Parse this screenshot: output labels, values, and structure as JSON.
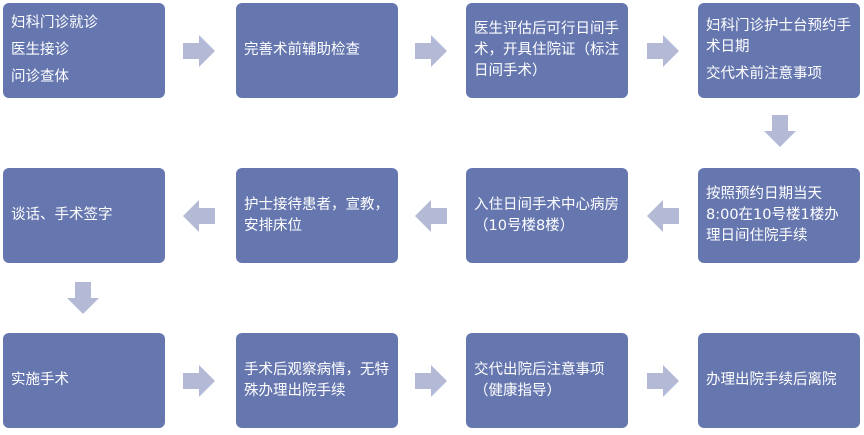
{
  "colors": {
    "box": "#6677b0",
    "arrow": "#b4bad6",
    "text": "#ffffff"
  },
  "steps": [
    {
      "id": "s1",
      "paragraphs": [
        "妇科门诊就诊",
        "医生接诊",
        "问诊查体"
      ]
    },
    {
      "id": "s2",
      "paragraphs": [
        "完善术前辅助检查"
      ]
    },
    {
      "id": "s3",
      "paragraphs": [
        "医生评估后可行日间手术，开具住院证（标注日间手术）"
      ]
    },
    {
      "id": "s4",
      "paragraphs": [
        "妇科门诊护士台预约手术日期",
        "交代术前注意事项"
      ]
    },
    {
      "id": "s5",
      "paragraphs": [
        "按照预约日期当天8:00在10号楼1楼办理日间住院手续"
      ]
    },
    {
      "id": "s6",
      "paragraphs": [
        "入住日间手术中心病房（10号楼8楼）"
      ]
    },
    {
      "id": "s7",
      "paragraphs": [
        "护士接待患者，宣教，安排床位"
      ]
    },
    {
      "id": "s8",
      "paragraphs": [
        "谈话、手术签字"
      ]
    },
    {
      "id": "s9",
      "paragraphs": [
        "实施手术"
      ]
    },
    {
      "id": "s10",
      "paragraphs": [
        "手术后观察病情，无特殊办理出院手续"
      ]
    },
    {
      "id": "s11",
      "paragraphs": [
        "交代出院后注意事项（健康指导）"
      ]
    },
    {
      "id": "s12",
      "paragraphs": [
        "办理出院手续后离院"
      ]
    }
  ]
}
